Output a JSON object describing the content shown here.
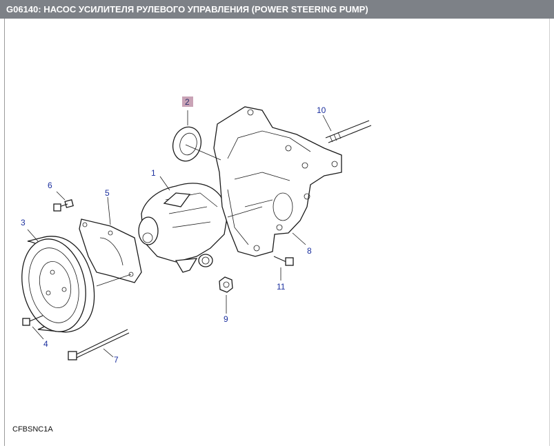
{
  "header": {
    "title": "G06140: НАСОС УСИЛИТЕЛЯ РУЛЕВОГО УПРАВЛЕНИЯ (POWER STEERING PUMP)"
  },
  "diagram": {
    "callouts": [
      "1",
      "2",
      "3",
      "4",
      "5",
      "6",
      "7",
      "8",
      "9",
      "10",
      "11"
    ],
    "highlighted_callout": "2",
    "highlight_color": "#c9a3b6",
    "callout_color": "#1b2f9e",
    "illustration_code": "CFBSNC1A"
  }
}
